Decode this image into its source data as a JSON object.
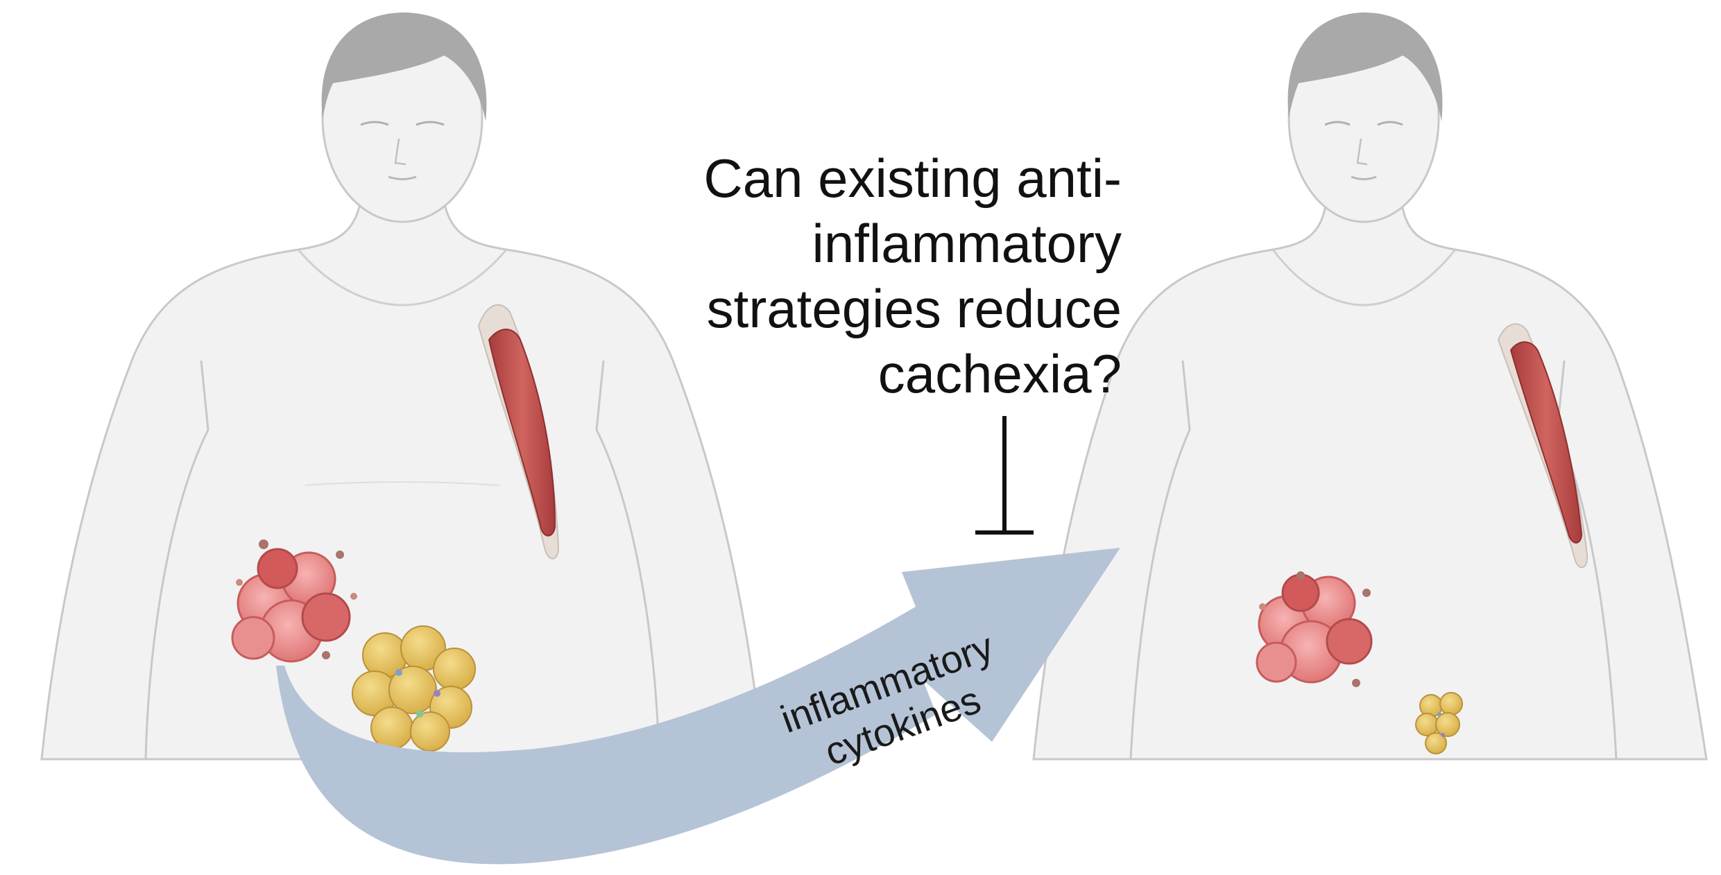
{
  "question": {
    "lines": [
      "Can existing anti-",
      "inflammatory",
      "strategies reduce",
      "cachexia?"
    ]
  },
  "arrow": {
    "lines": [
      "inflammatory",
      "cytokines"
    ]
  },
  "colors": {
    "skin": "#f2f2f2",
    "outline": "#c8c8c8",
    "hair": "#a9a9a9",
    "muscle": "#c1504f",
    "tendon": "#e6ddd6",
    "tumor": "#f08a8a",
    "tumor_dark": "#d25a5a",
    "fat": "#e6c15a",
    "arrow": "#b5c3d7",
    "inhibit": "#111111"
  },
  "icons": [
    "human-body-before",
    "human-body-after",
    "muscle-icon",
    "tumor-icon",
    "adipose-icon",
    "arrow-icon",
    "inhibition-icon"
  ]
}
